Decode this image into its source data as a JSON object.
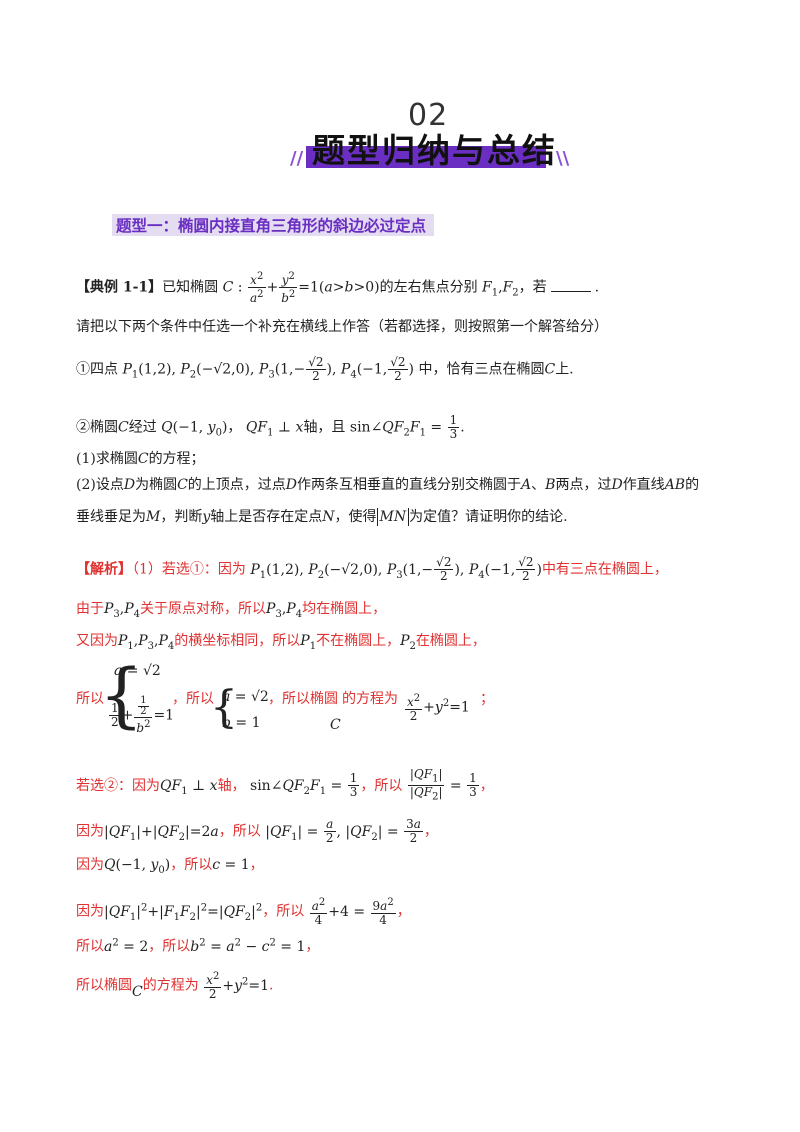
{
  "banner": {
    "number": "02",
    "title": "题型归纳与总结",
    "left_deco": "//",
    "right_deco": "\\\\"
  },
  "section": {
    "title": "题型一：椭圆内接直角三角形的斜边必过定点"
  },
  "example": {
    "tag": "【典例 1-1】",
    "intro_a": "已知椭圆",
    "intro_b": "的左右焦点分别",
    "intro_c": "，若",
    "instruction": "请把以下两个条件中任选一个补充在横线上作答（若都选择，则按照第一个解答给分）",
    "cond1_a": "①四点",
    "cond1_b": "中，恰有三点在椭圆",
    "cond1_c": "上.",
    "cond2_a": "②椭圆",
    "cond2_b": "经过",
    "cond2_c": "轴，且",
    "q1": "(1)求椭圆",
    "q1_b": "的方程；",
    "q2_a": "(2)设点",
    "q2_b": "为椭圆",
    "q2_c": "的上顶点，过点",
    "q2_d": "作两条互相垂直的直线分别交椭圆于",
    "q2_e": "两点，过",
    "q2_f": "作直线",
    "q2_g": "的",
    "q2_line2_a": "垂线垂足为",
    "q2_line2_b": "，判断",
    "q2_line2_c": "轴上是否存在定点",
    "q2_line2_d": "，使得",
    "q2_line2_e": "为定值？请证明你的结论."
  },
  "solution": {
    "tag": "【解析】",
    "s1": "（1）若选①：因为",
    "s1_end": "中有三点在椭圆上，",
    "s2_a": "由于",
    "s2_b": "关于原点对称，所以",
    "s2_c": "均在椭圆上，",
    "s3_a": "又因为",
    "s3_b": "的横坐标相同，所以",
    "s3_c": "不在椭圆上，",
    "s3_d": "在椭圆上，",
    "s4_a": "所以",
    "s4_b": "，所以",
    "s4_c": "，所以椭圆",
    "s4_d": "的方程为",
    "s4_e": "；",
    "s5_a": "若选②：因为",
    "s5_b": "轴，",
    "s5_c": "，所以",
    "s5_d": "，",
    "s6_a": "因为",
    "s6_b": "，所以",
    "s6_c": "，",
    "s7_a": "因为",
    "s7_b": "，所以",
    "s7_c": "，",
    "s8_a": "因为",
    "s8_b": "，所以",
    "s8_c": "，",
    "s9_a": "所以",
    "s9_b": "，所以",
    "s9_c": "，",
    "s10_a": "所以椭圆",
    "s10_b": "的方程为",
    "s10_c": "."
  },
  "colors": {
    "accent": "#6a2fc2",
    "answer": "#e03030",
    "section_bg": "#e4dcf1"
  }
}
